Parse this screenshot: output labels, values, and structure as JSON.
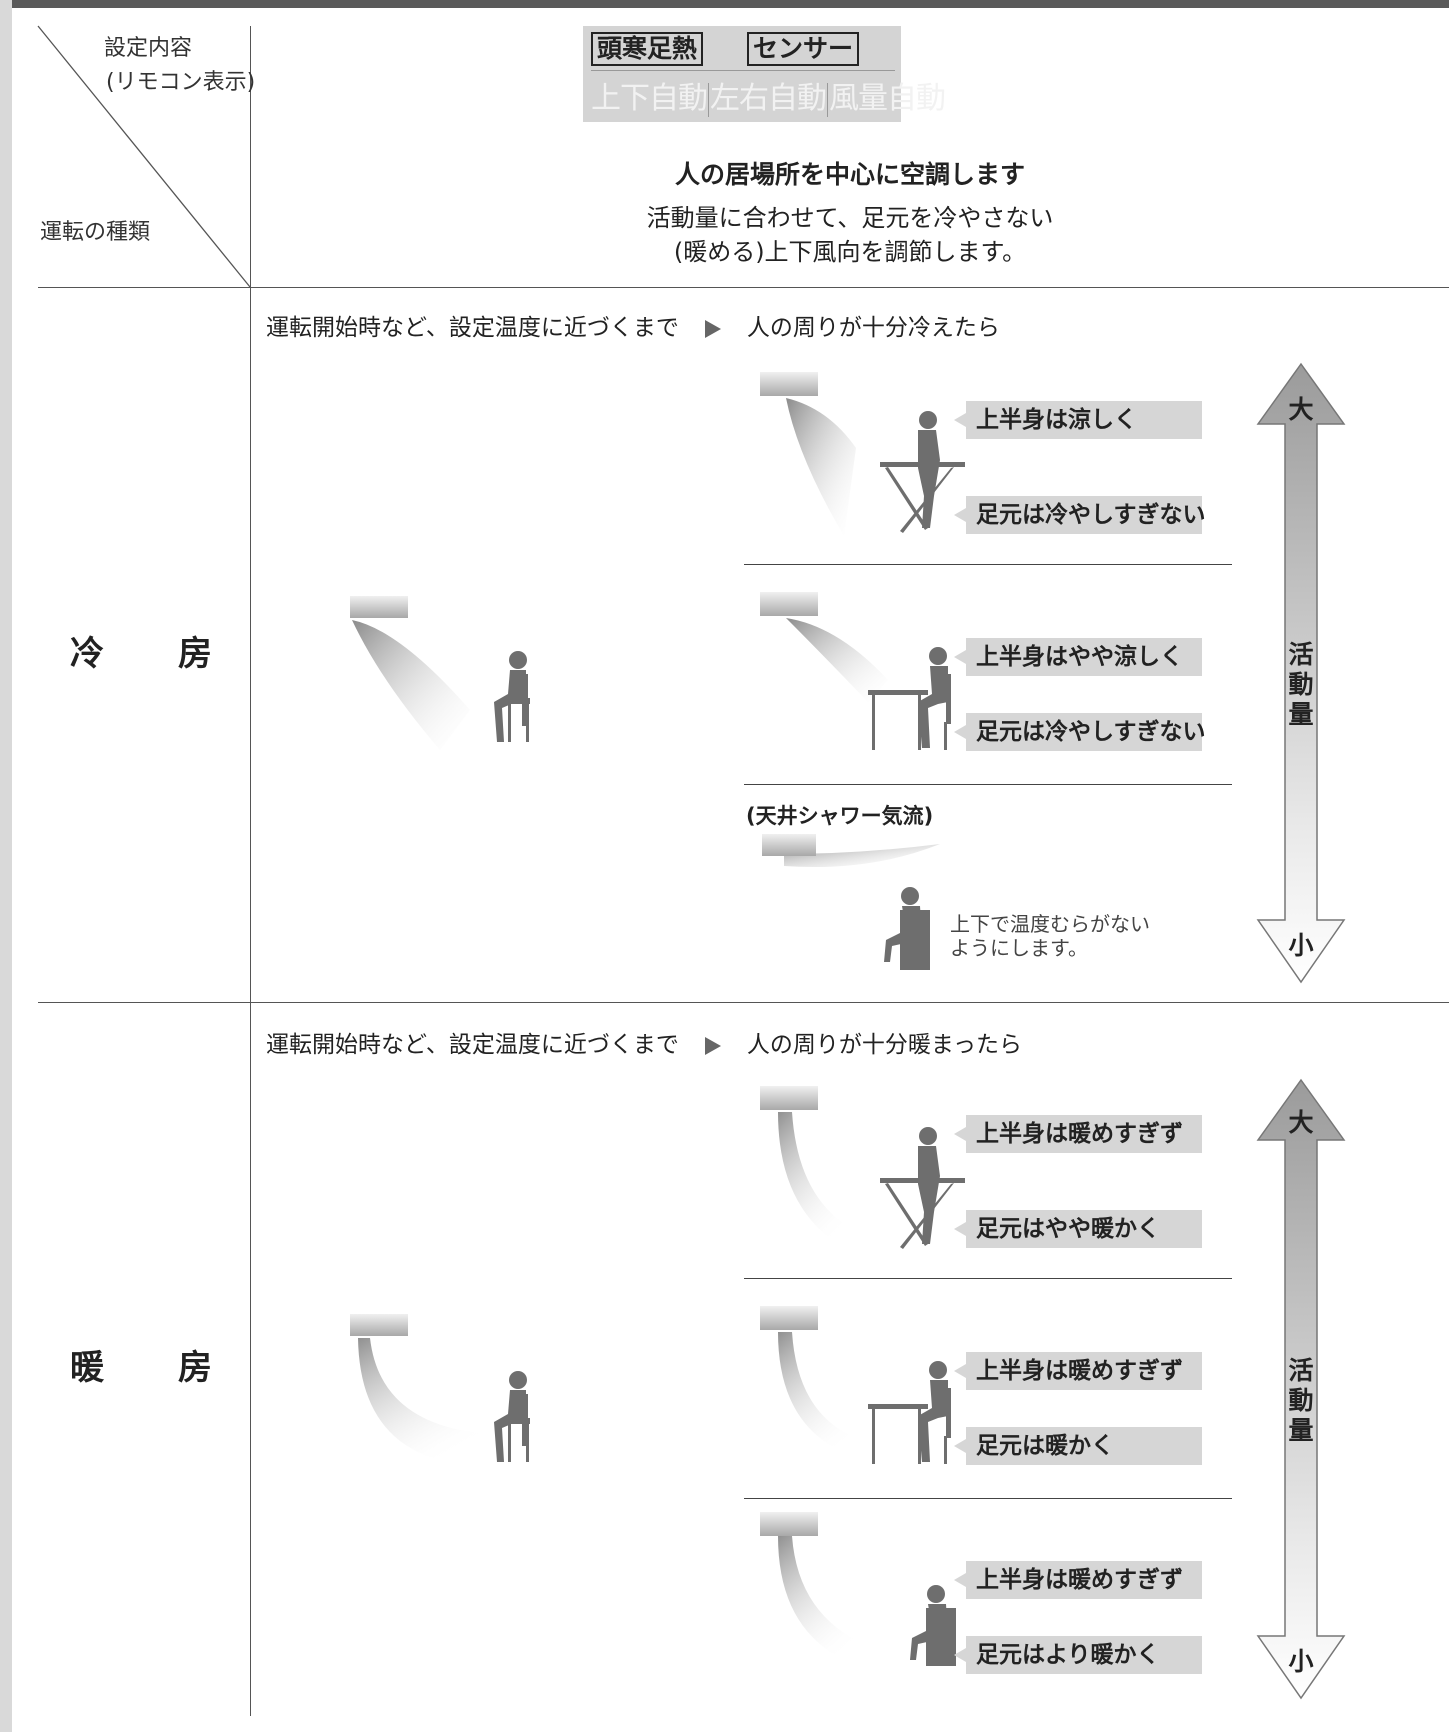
{
  "header": {
    "setting_label": "設定内容",
    "remote_label": "(リモコン表示)",
    "operation_label": "運転の種類",
    "remote_display": {
      "top_items": [
        "頭寒足熱",
        "センサー"
      ],
      "bottom_items": [
        "上下自動",
        "左右自動",
        "風量自動"
      ]
    },
    "title": "人の居場所を中心に空調します",
    "description_line1": "活動量に合わせて、足元を冷やさない",
    "description_line2": "(暖める)上下風向を調節します。"
  },
  "cooling": {
    "title": "冷　　房",
    "phase_start": "運転開始時など、設定温度に近づくまで",
    "phase_after": "人の周りが十分冷えたら",
    "scene1": {
      "upper": "上半身は涼しく",
      "lower": "足元は冷やしすぎない"
    },
    "scene2": {
      "upper": "上半身はやや涼しく",
      "lower": "足元は冷やしすぎない"
    },
    "scene3": {
      "heading": "(天井シャワー気流)",
      "note_line1": "上下で温度むらがない",
      "note_line2": "ようにします。"
    },
    "arrow": {
      "top": "大",
      "bottom": "小",
      "label": [
        "活",
        "動",
        "量"
      ]
    }
  },
  "heating": {
    "title": "暖　　房",
    "phase_start": "運転開始時など、設定温度に近づくまで",
    "phase_after": "人の周りが十分暖まったら",
    "scene1": {
      "upper": "上半身は暖めすぎず",
      "lower": "足元はやや暖かく"
    },
    "scene2": {
      "upper": "上半身は暖めすぎず",
      "lower": "足元は暖かく"
    },
    "scene3": {
      "upper": "上半身は暖めすぎず",
      "lower": "足元はより暖かく"
    },
    "arrow": {
      "top": "大",
      "bottom": "小",
      "label": [
        "活",
        "動",
        "量"
      ]
    }
  },
  "colors": {
    "label_bg": "#d6d6d6",
    "remote_bg": "#d4d4d4",
    "line": "#555555",
    "figure": "#6e6e6e"
  }
}
